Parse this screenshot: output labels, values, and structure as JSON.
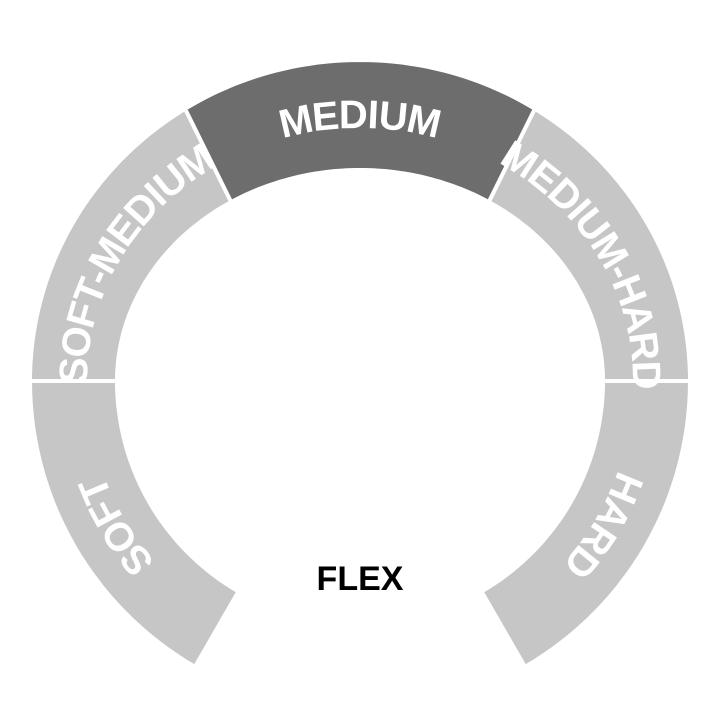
{
  "title": "FLEX",
  "selected": "MEDIUM",
  "colors": {
    "inactive": "#c6c6c6",
    "active": "#6d6d6d",
    "label": "#ffffff"
  },
  "segments": [
    {
      "label": "SOFT",
      "start_deg": -150,
      "end_deg": -90
    },
    {
      "label": "SOFT-MEDIUM",
      "start_deg": -90,
      "end_deg": -32
    },
    {
      "label": "MEDIUM",
      "start_deg": -32,
      "end_deg": 32
    },
    {
      "label": "MEDIUM-HARD",
      "start_deg": 32,
      "end_deg": 90
    },
    {
      "label": "HARD",
      "start_deg": 90,
      "end_deg": 150
    }
  ]
}
